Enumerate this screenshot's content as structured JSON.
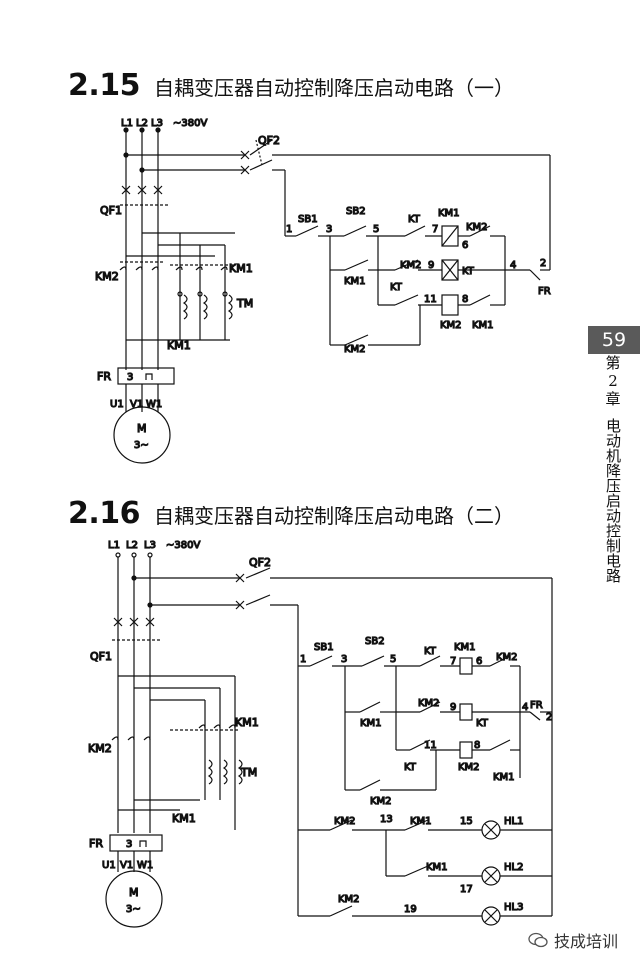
{
  "section1": {
    "number": "2.15",
    "title": "自耦变压器自动控制降压启动电路（一）"
  },
  "section2": {
    "number": "2.16",
    "title": "自耦变压器自动控制降压启动电路（二）"
  },
  "sidebar": {
    "page_number": "59",
    "chapter_chars": [
      "第",
      "2",
      "章"
    ],
    "chapter_title": "电动机降压启动控制电路"
  },
  "watermark": {
    "text": "技成培训",
    "icon": "wechat-icon"
  },
  "diagram1": {
    "supply": "~380V",
    "phases": [
      "L1",
      "L2",
      "L3"
    ],
    "qf_main": "QF1",
    "qf_ctrl": "QF2",
    "km1": "KM1",
    "km2": "KM2",
    "tm": "TM",
    "fr": "FR",
    "fr_num": "3",
    "motor_terms": [
      "U1",
      "V1",
      "W1"
    ],
    "motor": "M",
    "motor_phase": "3~",
    "sb1": "SB1",
    "sb2": "SB2",
    "kt": "KT",
    "nodes": [
      "1",
      "3",
      "5",
      "7",
      "6",
      "9",
      "4",
      "2",
      "11",
      "8"
    ]
  },
  "diagram2": {
    "supply": "~380V",
    "phases": [
      "L1",
      "L2",
      "L3"
    ],
    "qf_main": "QF1",
    "qf_ctrl": "QF2",
    "km1": "KM1",
    "km2": "KM2",
    "tm": "TM",
    "fr": "FR",
    "fr_num": "3",
    "motor_terms": [
      "U1",
      "V1",
      "W1"
    ],
    "motor": "M",
    "motor_phase": "3~",
    "sb1": "SB1",
    "sb2": "SB2",
    "kt": "KT",
    "nodes": [
      "1",
      "3",
      "5",
      "7",
      "6",
      "9",
      "4",
      "2",
      "11",
      "8",
      "13",
      "15",
      "17",
      "19"
    ],
    "lamps": [
      "HL1",
      "HL2",
      "HL3"
    ]
  }
}
